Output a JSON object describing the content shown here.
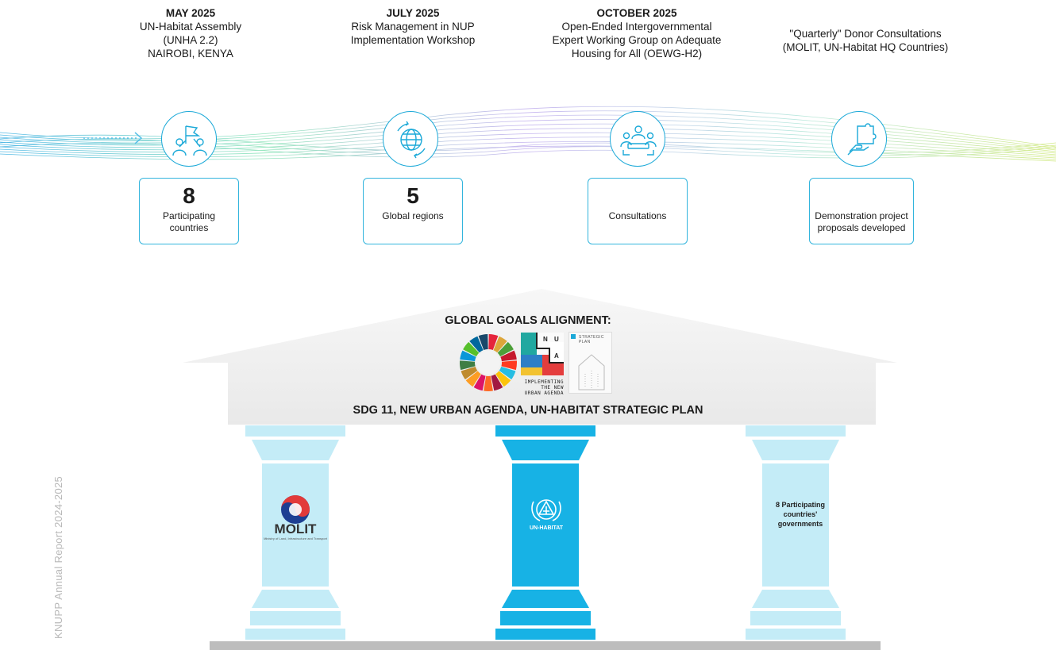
{
  "events": [
    {
      "date": "MAY 2025",
      "lines": [
        "UN-Habitat Assembly",
        "(UNHA 2.2)",
        "NAIROBI, KENYA"
      ]
    },
    {
      "date": "JULY 2025",
      "lines": [
        "Risk Management in NUP",
        "Implementation Workshop"
      ]
    },
    {
      "date": "OCTOBER 2025",
      "lines": [
        "Open-Ended Intergovernmental",
        "Expert Working Group on Adequate",
        "Housing for All  (OEWG-H2)"
      ]
    },
    {
      "date": "",
      "lines": [
        "\"Quarterly\" Donor Consultations",
        "(MOLIT, UN-Habitat HQ Countries)"
      ]
    }
  ],
  "stats": [
    {
      "icon": "raised-hands-flag-icon",
      "value": "8",
      "label": [
        "Participating",
        "countries"
      ]
    },
    {
      "icon": "globe-icon",
      "value": "5",
      "label": [
        "Global regions"
      ]
    },
    {
      "icon": "meeting-table-icon",
      "value": "",
      "label": [
        "Consultations"
      ]
    },
    {
      "icon": "hand-puzzle-icon",
      "value": "",
      "label": [
        "Demonstration project",
        "proposals developed"
      ]
    }
  ],
  "alignment": {
    "heading": "GLOBAL GOALS ALIGNMENT:",
    "nua_letters": [
      "N",
      "U",
      "A"
    ],
    "nua_caption": [
      "IMPLEMENTING",
      "THE NEW",
      "URBAN AGENDA"
    ],
    "plan_cover": [
      "STRATEGIC",
      "PLAN"
    ],
    "subheading": "SDG 11, NEW URBAN AGENDA, UN-HABITAT STRATEGIC PLAN"
  },
  "pillars": [
    {
      "name": "MOLIT",
      "caption": "Ministry of Land, Infrastructure and Transport"
    },
    {
      "name": "UN-HABITAT",
      "caption": ""
    },
    {
      "name": "",
      "caption": "8 Participating countries' governments"
    }
  ],
  "footer": {
    "side_text": "KNUPP Annual Report 2024-2025"
  },
  "colors": {
    "accent": "#1ba9d8",
    "pillar_light": "#c4ecf7",
    "pillar_strong": "#17b2e5",
    "roof": "#ebebeb",
    "base": "#bdbdbd"
  }
}
